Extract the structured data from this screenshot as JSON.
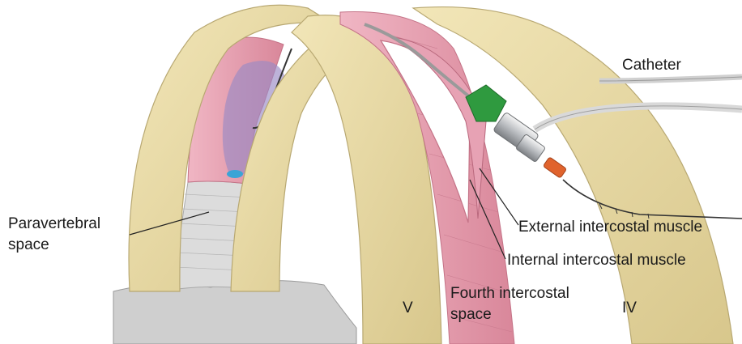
{
  "labels": {
    "catheter": "Catheter",
    "external_intercostal": "External intercostal muscle",
    "internal_intercostal": "Internal intercostal muscle",
    "paravertebral_line1": "Paravertebral",
    "paravertebral_line2": "space",
    "fourth_line1": "Fourth intercostal",
    "fourth_line2": "space",
    "rib_v": "V",
    "rib_iv": "IV"
  },
  "colors": {
    "rib_fill": "#e7d9a4",
    "rib_edge": "#b8a872",
    "muscle_pink": "#e8a0b2",
    "muscle_dark": "#c9707f",
    "fascia_gray": "#d8d8d8",
    "catheter_green": "#2f9a3f",
    "needle_orange": "#e0632d",
    "spread_purple": "#9a8ac4"
  }
}
